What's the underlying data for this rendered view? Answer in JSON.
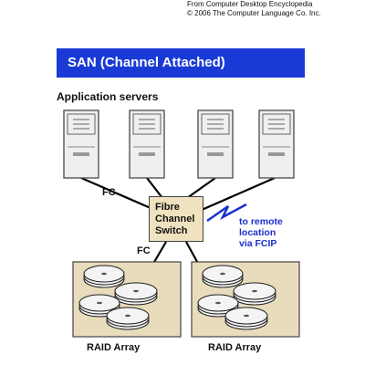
{
  "credit": {
    "line1": "From Computer Desktop Encyclopedia",
    "line2": "© 2006 The Computer Language Co. Inc."
  },
  "banner": {
    "title": "SAN (Channel Attached)",
    "color": "#1a3ad6"
  },
  "servers": {
    "label": "Application servers",
    "count": 4
  },
  "links": {
    "fc_top": "FC",
    "fc_bottom": "FC"
  },
  "switch": {
    "line1": "Fibre",
    "line2": "Channel",
    "line3": "Switch"
  },
  "remote": {
    "line1": "to remote",
    "line2": "location",
    "line3": "via FCIP",
    "color": "#1a2fcf"
  },
  "raid": {
    "left_label": "RAID Array",
    "right_label": "RAID Array"
  }
}
